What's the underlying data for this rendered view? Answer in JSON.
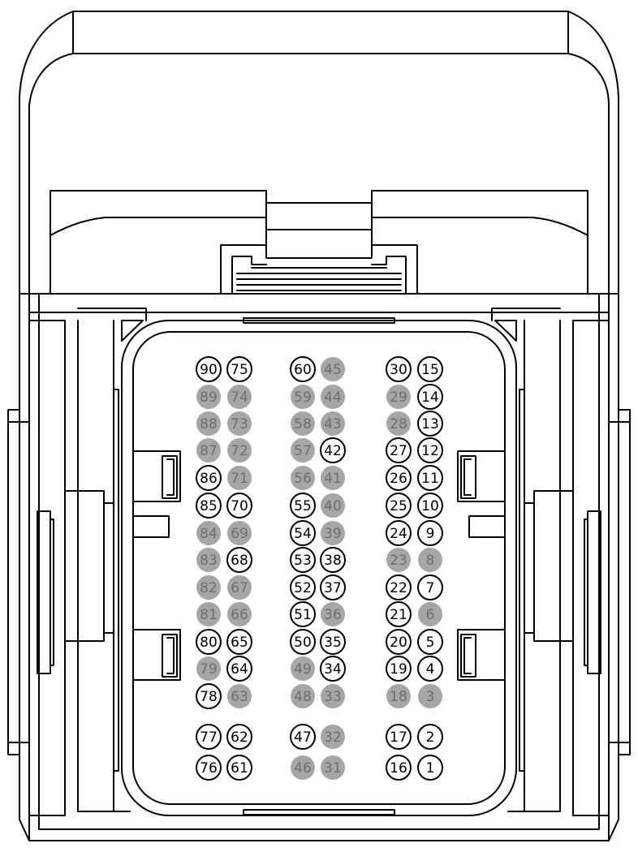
{
  "colors": {
    "outline": "#000000",
    "background": "#ffffff",
    "populated_pin_fill": "#ffffff",
    "populated_pin_text": "#000000",
    "unpopulated_pin_fill": "#a6a6a6",
    "unpopulated_pin_text": "#6e6e6e"
  },
  "connector": {
    "columns": [
      {
        "rows": [
          [
            {
              "label": "90",
              "state": "populated"
            },
            {
              "label": "75",
              "state": "populated"
            }
          ],
          [
            {
              "label": "89",
              "state": "unpopulated"
            },
            {
              "label": "74",
              "state": "unpopulated"
            }
          ],
          [
            {
              "label": "88",
              "state": "unpopulated"
            },
            {
              "label": "73",
              "state": "unpopulated"
            }
          ],
          [
            {
              "label": "87",
              "state": "unpopulated"
            },
            {
              "label": "72",
              "state": "unpopulated"
            }
          ],
          [
            {
              "label": "86",
              "state": "populated"
            },
            {
              "label": "71",
              "state": "unpopulated"
            }
          ],
          [
            {
              "label": "85",
              "state": "populated"
            },
            {
              "label": "70",
              "state": "populated"
            }
          ],
          [
            {
              "label": "84",
              "state": "unpopulated"
            },
            {
              "label": "69",
              "state": "unpopulated"
            }
          ],
          [
            {
              "label": "83",
              "state": "unpopulated"
            },
            {
              "label": "68",
              "state": "populated"
            }
          ],
          [
            {
              "label": "82",
              "state": "unpopulated"
            },
            {
              "label": "67",
              "state": "unpopulated"
            }
          ],
          [
            {
              "label": "81",
              "state": "unpopulated"
            },
            {
              "label": "66",
              "state": "unpopulated"
            }
          ],
          [
            {
              "label": "80",
              "state": "populated"
            },
            {
              "label": "65",
              "state": "populated"
            }
          ],
          [
            {
              "label": "79",
              "state": "unpopulated"
            },
            {
              "label": "64",
              "state": "populated"
            }
          ],
          [
            {
              "label": "78",
              "state": "populated"
            },
            {
              "label": "63",
              "state": "unpopulated"
            }
          ],
          [
            {
              "label": "77",
              "state": "populated"
            },
            {
              "label": "62",
              "state": "populated"
            }
          ],
          [
            {
              "label": "76",
              "state": "populated"
            },
            {
              "label": "61",
              "state": "populated"
            }
          ]
        ]
      },
      {
        "rows": [
          [
            {
              "label": "60",
              "state": "populated"
            },
            {
              "label": "45",
              "state": "unpopulated"
            }
          ],
          [
            {
              "label": "59",
              "state": "unpopulated"
            },
            {
              "label": "44",
              "state": "unpopulated"
            }
          ],
          [
            {
              "label": "58",
              "state": "unpopulated"
            },
            {
              "label": "43",
              "state": "unpopulated"
            }
          ],
          [
            {
              "label": "57",
              "state": "unpopulated"
            },
            {
              "label": "42",
              "state": "populated"
            }
          ],
          [
            {
              "label": "56",
              "state": "unpopulated"
            },
            {
              "label": "41",
              "state": "unpopulated"
            }
          ],
          [
            {
              "label": "55",
              "state": "populated"
            },
            {
              "label": "40",
              "state": "unpopulated"
            }
          ],
          [
            {
              "label": "54",
              "state": "populated"
            },
            {
              "label": "39",
              "state": "unpopulated"
            }
          ],
          [
            {
              "label": "53",
              "state": "populated"
            },
            {
              "label": "38",
              "state": "populated"
            }
          ],
          [
            {
              "label": "52",
              "state": "populated"
            },
            {
              "label": "37",
              "state": "populated"
            }
          ],
          [
            {
              "label": "51",
              "state": "populated"
            },
            {
              "label": "36",
              "state": "unpopulated"
            }
          ],
          [
            {
              "label": "50",
              "state": "populated"
            },
            {
              "label": "35",
              "state": "populated"
            }
          ],
          [
            {
              "label": "49",
              "state": "unpopulated"
            },
            {
              "label": "34",
              "state": "populated"
            }
          ],
          [
            {
              "label": "48",
              "state": "unpopulated"
            },
            {
              "label": "33",
              "state": "unpopulated"
            }
          ],
          [
            {
              "label": "47",
              "state": "populated"
            },
            {
              "label": "32",
              "state": "unpopulated"
            }
          ],
          [
            {
              "label": "46",
              "state": "unpopulated"
            },
            {
              "label": "31",
              "state": "unpopulated"
            }
          ]
        ]
      },
      {
        "rows": [
          [
            {
              "label": "30",
              "state": "populated"
            },
            {
              "label": "15",
              "state": "populated"
            }
          ],
          [
            {
              "label": "29",
              "state": "unpopulated"
            },
            {
              "label": "14",
              "state": "populated"
            }
          ],
          [
            {
              "label": "28",
              "state": "unpopulated"
            },
            {
              "label": "13",
              "state": "populated"
            }
          ],
          [
            {
              "label": "27",
              "state": "populated"
            },
            {
              "label": "12",
              "state": "populated"
            }
          ],
          [
            {
              "label": "26",
              "state": "populated"
            },
            {
              "label": "11",
              "state": "populated"
            }
          ],
          [
            {
              "label": "25",
              "state": "populated"
            },
            {
              "label": "10",
              "state": "populated"
            }
          ],
          [
            {
              "label": "24",
              "state": "populated"
            },
            {
              "label": "9",
              "state": "populated"
            }
          ],
          [
            {
              "label": "23",
              "state": "unpopulated"
            },
            {
              "label": "8",
              "state": "unpopulated"
            }
          ],
          [
            {
              "label": "22",
              "state": "populated"
            },
            {
              "label": "7",
              "state": "populated"
            }
          ],
          [
            {
              "label": "21",
              "state": "populated"
            },
            {
              "label": "6",
              "state": "unpopulated"
            }
          ],
          [
            {
              "label": "20",
              "state": "populated"
            },
            {
              "label": "5",
              "state": "populated"
            }
          ],
          [
            {
              "label": "19",
              "state": "populated"
            },
            {
              "label": "4",
              "state": "populated"
            }
          ],
          [
            {
              "label": "18",
              "state": "unpopulated"
            },
            {
              "label": "3",
              "state": "unpopulated"
            }
          ],
          [
            {
              "label": "17",
              "state": "populated"
            },
            {
              "label": "2",
              "state": "populated"
            }
          ],
          [
            {
              "label": "16",
              "state": "populated"
            },
            {
              "label": "1",
              "state": "populated"
            }
          ]
        ]
      }
    ]
  }
}
